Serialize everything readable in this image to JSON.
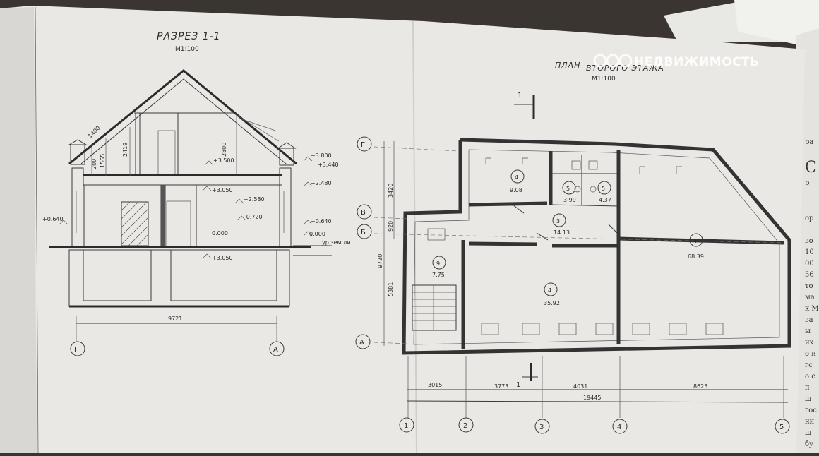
{
  "section": {
    "title": "РАЗРЕЗ 1-1",
    "scale": "М1:100",
    "levels": [
      "+3.800",
      "+3.440",
      "+3.500",
      "+3.050",
      "+2.580",
      "+2.480",
      "+0.640",
      "+0.720",
      "+0.640",
      "0.000",
      "0.000",
      "ур.зем.ли",
      "+3.050"
    ],
    "dims": [
      "1400",
      "1565",
      "200",
      "2419",
      "2800"
    ],
    "total_width": "9721",
    "axes": [
      "Г",
      "А"
    ]
  },
  "plan": {
    "title_part1": "ПЛАН",
    "title_part2": "ВТОРОГО ЭТАЖА",
    "scale": "М1:100",
    "cut_label": "1",
    "rows": [
      "Г",
      "В",
      "Б",
      "А"
    ],
    "row_dims": [
      "3420",
      "920",
      "9720",
      "5381"
    ],
    "rooms": [
      {
        "num": "4",
        "area": "9.08"
      },
      {
        "num": "5",
        "area": "3.99"
      },
      {
        "num": "5",
        "area": "4.37"
      },
      {
        "num": "3",
        "area": "14.13"
      },
      {
        "num": "4",
        "area": "68.39"
      },
      {
        "num": "9",
        "area": "7.75"
      },
      {
        "num": "4",
        "area": "35.92"
      }
    ],
    "col_dims": [
      "3015",
      "3773",
      "4031",
      "8625"
    ],
    "total_dim": "19445",
    "cols": [
      "1",
      "2",
      "3",
      "4",
      "5"
    ]
  },
  "watermark": "НЕДВИЖИМОСТЬ",
  "side_text": [
    "ра",
    "С",
    "р",
    "ор",
    "во",
    "10",
    "00",
    "56",
    "то",
    "ма",
    "к М",
    "ва",
    "ы",
    "их",
    "о и",
    "гс",
    "о с",
    "п",
    "ш",
    "гос",
    "ни",
    "ш",
    "бу"
  ]
}
